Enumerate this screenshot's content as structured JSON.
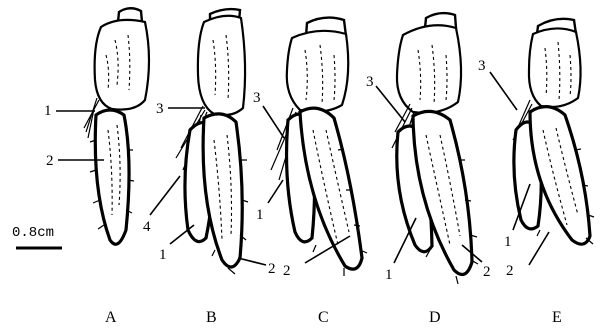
{
  "figure": {
    "scale_bar_label": "0.8cm",
    "panels": [
      {
        "label": "A",
        "callouts": [
          "1",
          "2"
        ]
      },
      {
        "label": "B",
        "callouts": [
          "3",
          "4",
          "1",
          "2"
        ]
      },
      {
        "label": "C",
        "callouts": [
          "3",
          "1",
          "2"
        ]
      },
      {
        "label": "D",
        "callouts": [
          "3",
          "1",
          "2"
        ]
      },
      {
        "label": "E",
        "callouts": [
          "3",
          "1",
          "2"
        ]
      }
    ]
  }
}
